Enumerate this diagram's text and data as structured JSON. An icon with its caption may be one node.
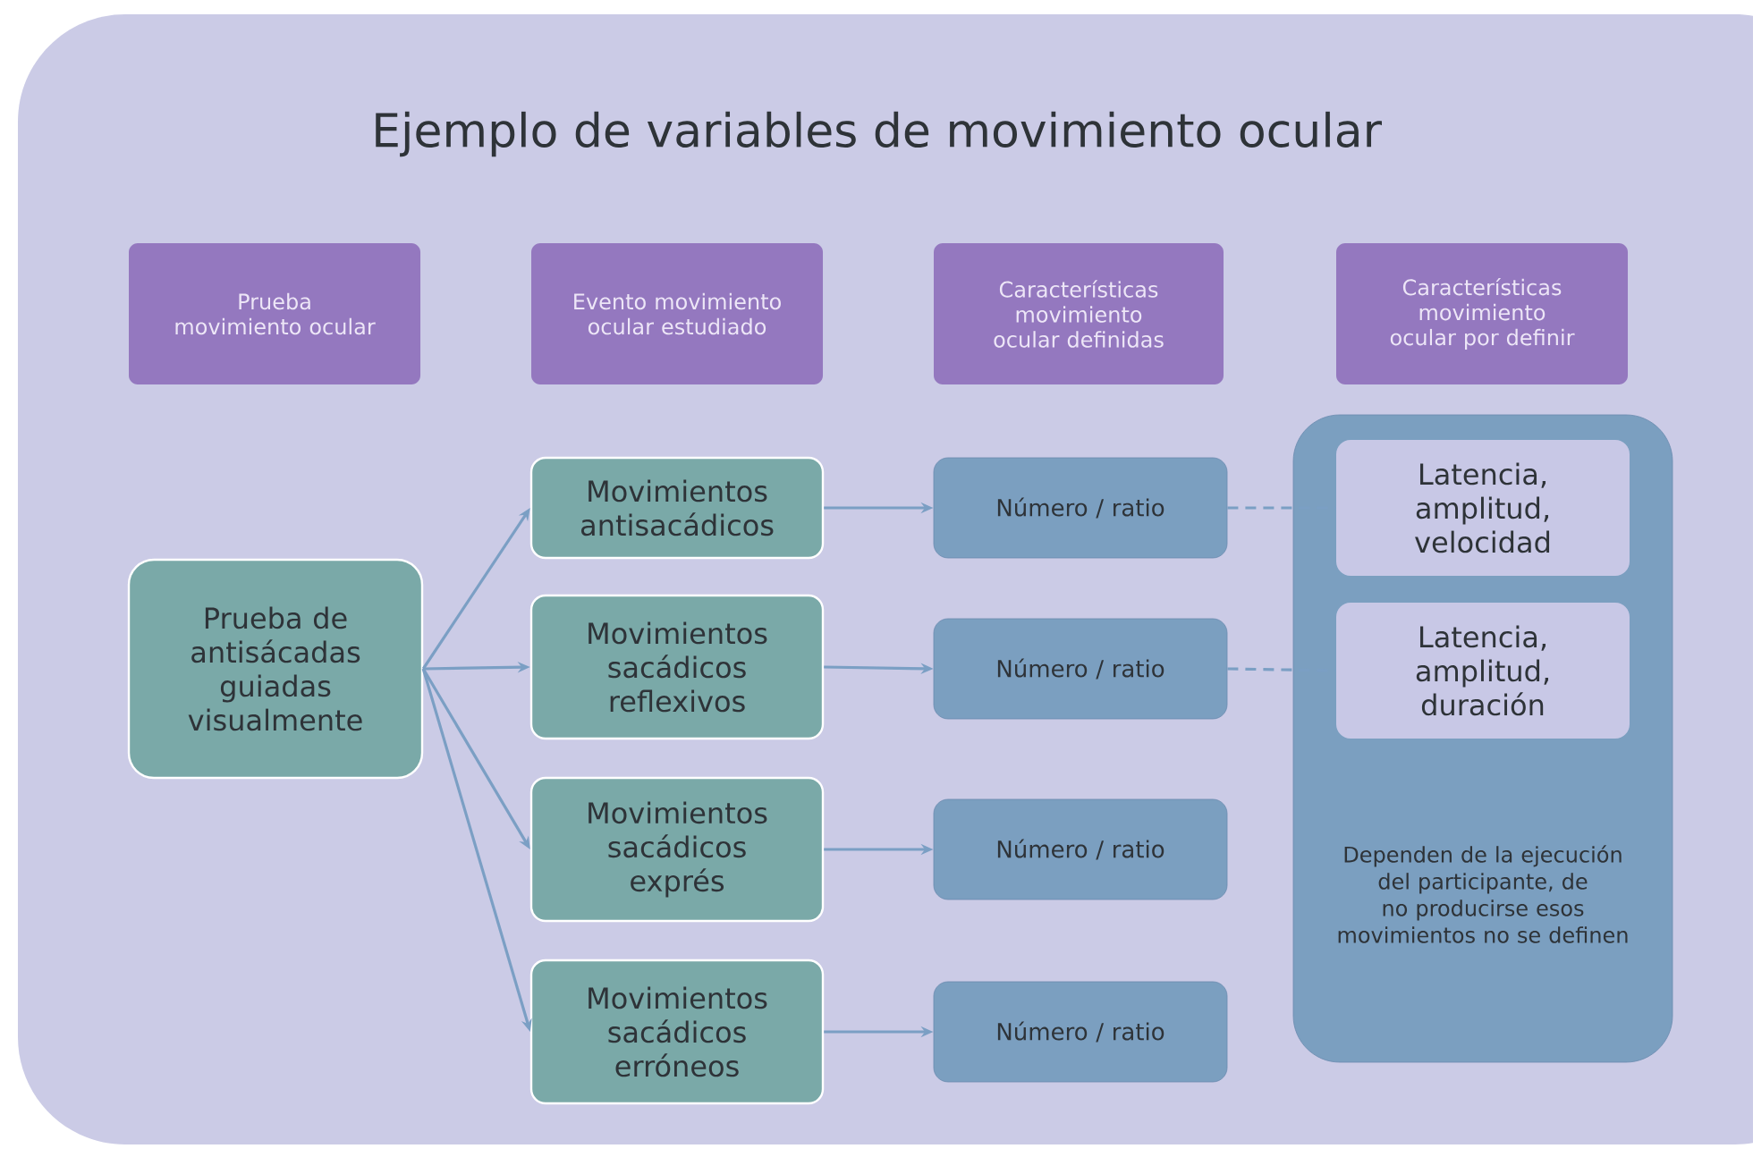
{
  "diagram": {
    "title": "Ejemplo de variables de movimiento ocular",
    "nodes": [
      {
        "text": [
          "Prueba movimiento ocular"
        ]
      },
      {
        "text": [
          "Evento movimiento ocular estudiado"
        ]
      },
      {
        "text": [
          "Características movimiento ocular definidas"
        ]
      },
      {
        "text": [
          "Características movimiento ocular por definir"
        ]
      },
      {
        "text": [
          "Prueba de antisácadas guiadas visualmente"
        ]
      },
      {
        "text": [
          "Movimientos antisacádicos"
        ]
      },
      {
        "text": [
          "Movimientos sacádicos reflexivos"
        ]
      },
      {
        "text": [
          "Movimientos sacádicos exprés"
        ]
      },
      {
        "text": [
          "Movimientos sacádicos erróneos"
        ]
      },
      {
        "text": [
          "Número / ratio"
        ]
      },
      {
        "text": [
          "Número / ratio"
        ]
      },
      {
        "text": [
          "Número / ratio"
        ]
      },
      {
        "text": [
          "Número / ratio"
        ]
      },
      {
        "text": [
          "Dependen de la ejecución del participante, de no producirse esos movimientos no se definen"
        ]
      },
      {
        "text": [
          "Latencia, amplitud, velocidad"
        ],
        "in": 13
      },
      {
        "text": [
          "Latencia, amplitud, duración"
        ],
        "in": 13
      }
    ],
    "edges": [
      {
        "from": 4,
        "to": 5,
        "arrow": "to"
      },
      {
        "from": 4,
        "to": 6,
        "arrow": "to"
      },
      {
        "from": 4,
        "to": 7,
        "arrow": "to"
      },
      {
        "from": 4,
        "to": 8,
        "arrow": "to"
      },
      {
        "from": 5,
        "to": 9,
        "arrow": "to"
      },
      {
        "from": 6,
        "to": 10,
        "arrow": "to"
      },
      {
        "from": 7,
        "to": 11,
        "arrow": "to"
      },
      {
        "from": 8,
        "to": 12,
        "arrow": "to"
      },
      {
        "from": 9,
        "to": 14,
        "arrow": "none",
        "style": "dashed"
      },
      {
        "from": 10,
        "to": 15,
        "arrow": "none",
        "style": "dashed"
      }
    ]
  }
}
